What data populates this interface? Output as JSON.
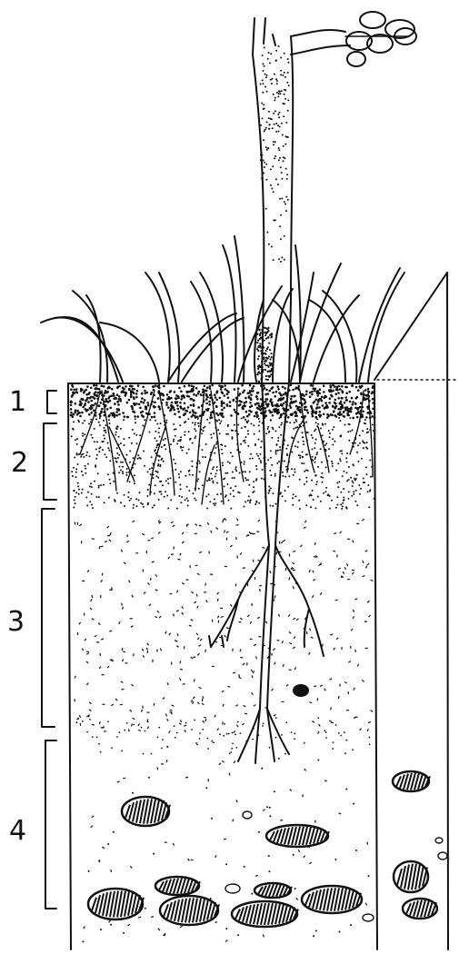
{
  "diagram": {
    "horizons": [
      {
        "label": "1"
      },
      {
        "label": "2"
      },
      {
        "label": "3"
      },
      {
        "label": "4"
      }
    ]
  }
}
